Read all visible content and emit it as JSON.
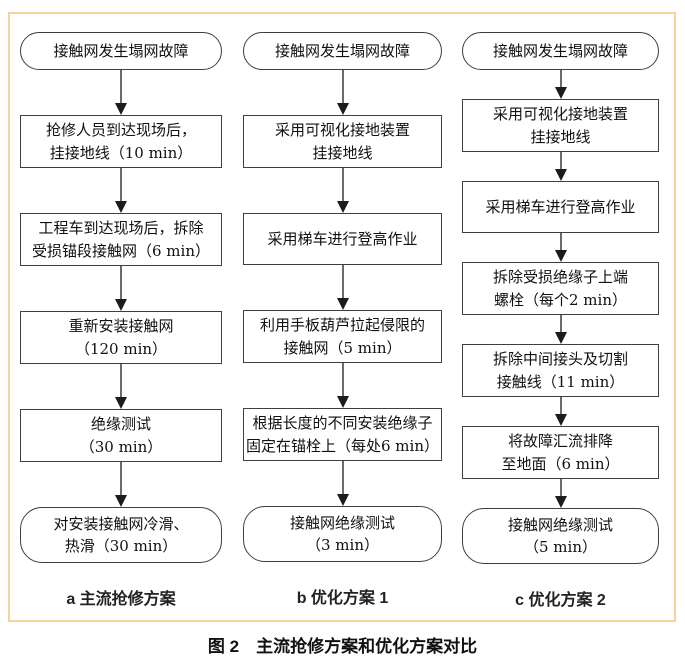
{
  "figure": {
    "caption": "图 2　主流抢修方案和优化方案对比"
  },
  "colors": {
    "frame_border": "#f6d39c",
    "node_border": "#3f3f3f",
    "arrow_stem": "#6b6b6b",
    "arrow_head": "#1c1c1c",
    "text": "#111111",
    "background": "#ffffff"
  },
  "columns": [
    {
      "id": "a",
      "caption": "a 主流抢修方案",
      "steps": [
        {
          "type": "terminal",
          "lines": [
            "接触网发生塌网故障"
          ]
        },
        {
          "type": "process",
          "lines": [
            "抢修人员到达现场后，",
            "挂接地线（10 min）"
          ]
        },
        {
          "type": "process",
          "lines": [
            "工程车到达现场后，拆除",
            "受损锚段接触网（6 min）"
          ]
        },
        {
          "type": "process",
          "lines": [
            "重新安装接触网",
            "（120 min）"
          ]
        },
        {
          "type": "process",
          "lines": [
            "绝缘测试",
            "（30 min）"
          ]
        },
        {
          "type": "terminal",
          "lines": [
            "对安装接触网冷滑、",
            "热滑（30 min）"
          ]
        }
      ]
    },
    {
      "id": "b",
      "caption": "b 优化方案 1",
      "steps": [
        {
          "type": "terminal",
          "lines": [
            "接触网发生塌网故障"
          ]
        },
        {
          "type": "process",
          "lines": [
            "采用可视化接地装置",
            "挂接地线"
          ]
        },
        {
          "type": "process",
          "lines": [
            "采用梯车进行登高作业"
          ]
        },
        {
          "type": "process",
          "lines": [
            "利用手板葫芦拉起侵限的",
            "接触网（5 min）"
          ]
        },
        {
          "type": "process",
          "lines": [
            "根据长度的不同安装绝缘子",
            "固定在锚栓上（每处6 min）"
          ]
        },
        {
          "type": "terminal",
          "lines": [
            "接触网绝缘测试",
            "（3 min）"
          ]
        }
      ]
    },
    {
      "id": "c",
      "caption": "c 优化方案 2",
      "steps": [
        {
          "type": "terminal",
          "lines": [
            "接触网发生塌网故障"
          ]
        },
        {
          "type": "process",
          "lines": [
            "采用可视化接地装置",
            "挂接地线"
          ]
        },
        {
          "type": "process",
          "lines": [
            "采用梯车进行登高作业"
          ]
        },
        {
          "type": "process",
          "lines": [
            "拆除受损绝缘子上端",
            "螺栓（每个2 min）"
          ]
        },
        {
          "type": "process",
          "lines": [
            "拆除中间接头及切割",
            "接触线（11 min）"
          ]
        },
        {
          "type": "process",
          "lines": [
            "将故障汇流排降",
            "至地面（6 min）"
          ]
        },
        {
          "type": "terminal",
          "lines": [
            "接触网绝缘测试",
            "（5 min）"
          ]
        }
      ]
    }
  ]
}
